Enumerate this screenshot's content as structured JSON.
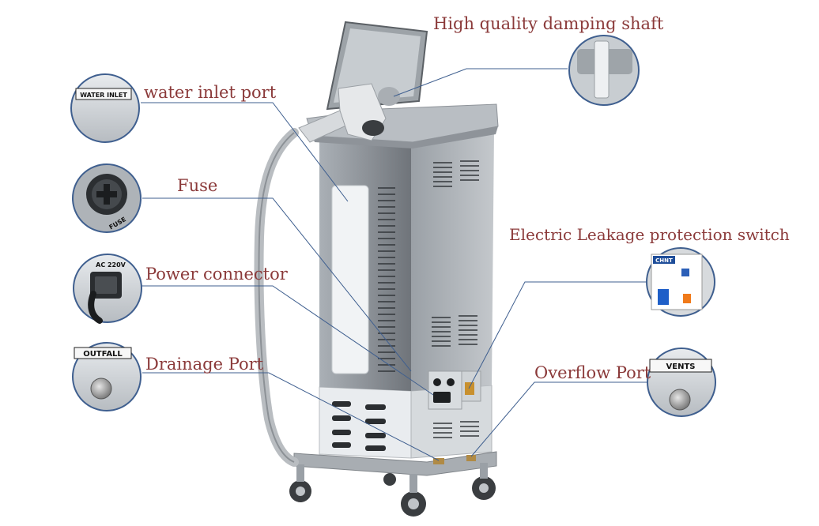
{
  "labels": {
    "damping_shaft": "High quality damping shaft",
    "water_inlet": "water inlet port",
    "fuse": "Fuse",
    "power_connector": "Power connector",
    "drainage_port": "Drainage Port",
    "leakage_switch": "Electric Leakage protection switch",
    "overflow_port": "Overflow Port"
  },
  "callout_tags": {
    "water_inlet": "WATER INLET",
    "fuse": "FUSE",
    "ac": "AC 220V",
    "outfall": "OUTFALL",
    "vents": "VENTS",
    "chnt": "CHNT"
  },
  "colors": {
    "label_text": "#8b3a3a",
    "leader_line": "#3f5f8f",
    "body_gray": "#8e9296",
    "body_light": "#c9cdd1"
  }
}
